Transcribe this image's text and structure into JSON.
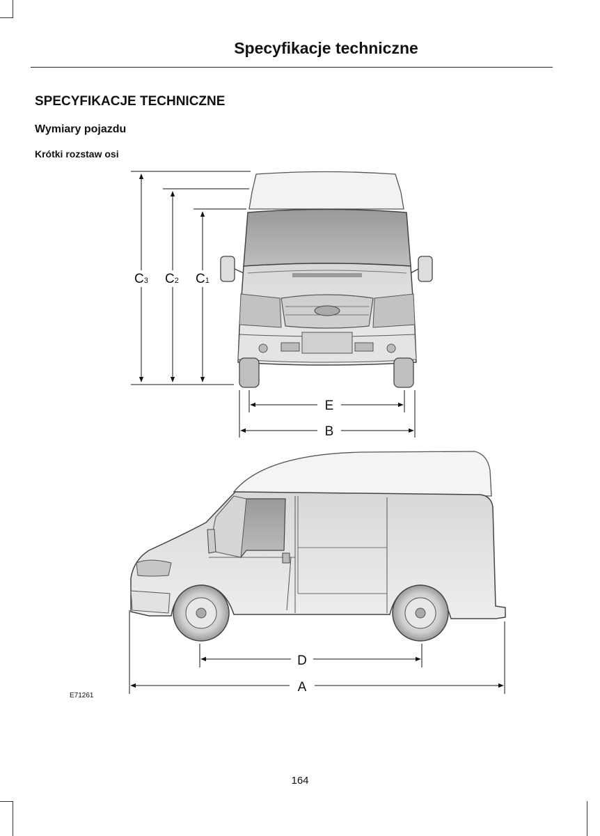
{
  "header": {
    "title": "Specyfikacje techniczne"
  },
  "section": {
    "title": "SPECYFIKACJE TECHNICZNE"
  },
  "subsection": {
    "title": "Wymiary pojazdu"
  },
  "subsubsection": {
    "title": "Krótki rozstaw osi"
  },
  "figure": {
    "code": "E71261",
    "labels": {
      "c3": "C",
      "c3_sub": "3",
      "c2": "C",
      "c2_sub": "2",
      "c1": "C",
      "c1_sub": "1",
      "e": "E",
      "b": "B",
      "d": "D",
      "a": "A"
    }
  },
  "footer": {
    "page_number": "164"
  }
}
